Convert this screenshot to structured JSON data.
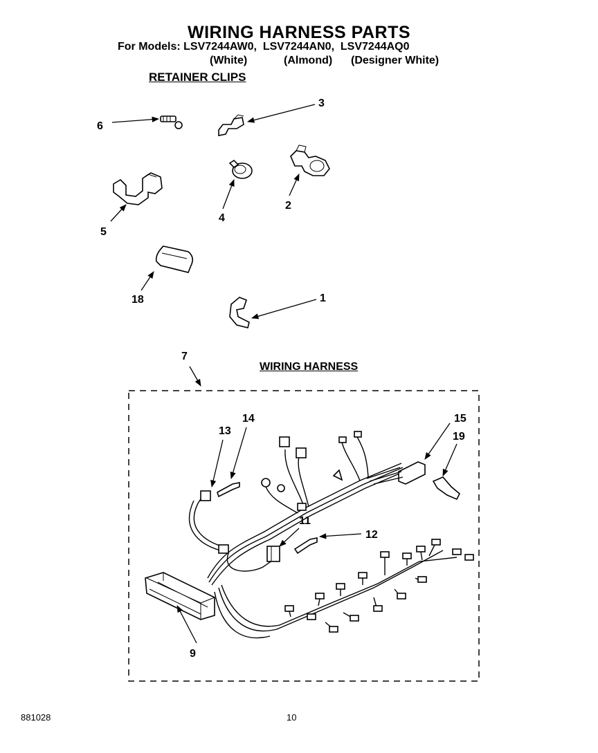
{
  "title": "WIRING HARNESS PARTS",
  "models": {
    "prefix": "For Models:",
    "list": "LSV7244AW0,  LSV7244AN0,  LSV7244AQ0",
    "colors": [
      "(White)",
      "(Almond)",
      "(Designer White)"
    ]
  },
  "sections": {
    "retainer_clips": "RETAINER CLIPS",
    "wiring_harness": "WIRING HARNESS"
  },
  "callouts": {
    "c1": "1",
    "c2": "2",
    "c3": "3",
    "c4": "4",
    "c5": "5",
    "c6": "6",
    "c7": "7",
    "c9": "9",
    "c11": "11",
    "c12": "12",
    "c13": "13",
    "c14": "14",
    "c15": "15",
    "c18": "18",
    "c19": "19"
  },
  "footer": {
    "code": "881028",
    "page": "10"
  }
}
